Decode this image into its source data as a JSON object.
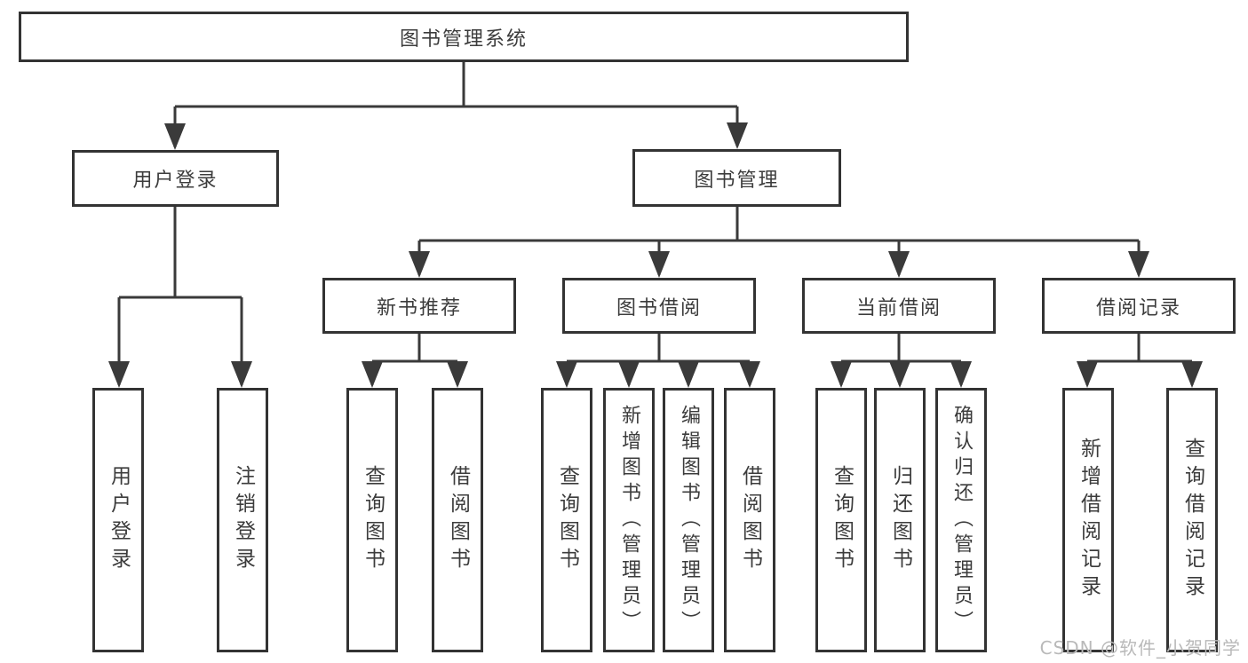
{
  "diagram": {
    "root": {
      "label": "图书管理系统"
    },
    "branches": {
      "user_login": {
        "label": "用户登录",
        "children": {
          "login": {
            "label": "用户登录"
          },
          "logout": {
            "label": "注销登录"
          }
        }
      },
      "book_management": {
        "label": "图书管理",
        "children": {
          "new_book_recommend": {
            "label": "新书推荐",
            "children": {
              "query_books": {
                "label": "查询图书"
              },
              "borrow_books": {
                "label": "借阅图书"
              }
            }
          },
          "book_borrow": {
            "label": "图书借阅",
            "children": {
              "query_books": {
                "label": "查询图书"
              },
              "add_books": {
                "label": "新增图书（管理员）"
              },
              "edit_books": {
                "label": "编辑图书（管理员）"
              },
              "borrow_books": {
                "label": "借阅图书"
              }
            }
          },
          "current_borrow": {
            "label": "当前借阅",
            "children": {
              "query_books": {
                "label": "查询图书"
              },
              "return_books": {
                "label": "归还图书"
              },
              "confirm_return": {
                "label": "确认归还（管理员）"
              }
            }
          },
          "borrow_records": {
            "label": "借阅记录",
            "children": {
              "add_record": {
                "label": "新增借阅记录"
              },
              "query_record": {
                "label": "查询借阅记录"
              }
            }
          }
        }
      }
    }
  },
  "watermark": "CSDN @软件_小贺同学",
  "colors": {
    "background": "#ffffff",
    "line": "#3a3a3a",
    "box_border": "#333333",
    "box_fill": "#ffffff",
    "text": "#3c3c3c",
    "watermark": "#b9b9b9"
  }
}
